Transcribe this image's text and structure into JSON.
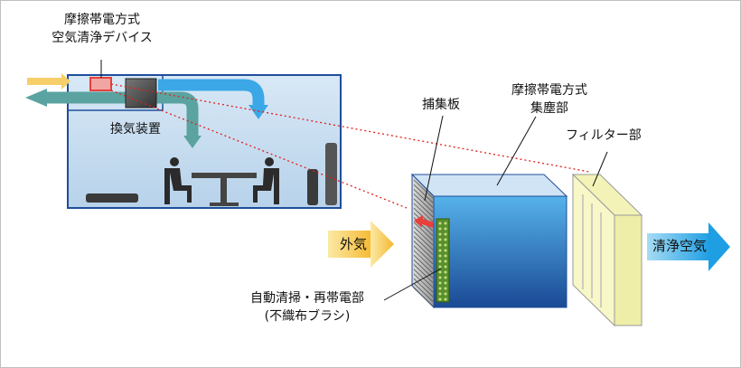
{
  "labels": {
    "device_title_line1": "摩擦帯電方式",
    "device_title_line2": "空気清浄デバイス",
    "ventilation": "換気装置",
    "collector_plate": "捕集板",
    "collector_line1": "摩擦帯電方式",
    "collector_line2": "集塵部",
    "filter": "フィルター部",
    "outside_air": "外気",
    "clean_air": "清浄空気",
    "brush_line1": "自動清掃・再帯電部",
    "brush_line2": "(不織布ブラシ)"
  },
  "colors": {
    "room_fill": "#c5dcef",
    "room_border": "#1f4e9a",
    "duct_blue": "#3ba7e6",
    "duct_teal": "#5ba3a0",
    "device_red": "#e8403c",
    "box_top": "#d0e4f6",
    "box_front_top": "#4aa3df",
    "box_front_bottom": "#1a4e99",
    "filter_yellow": "#f3f3b8",
    "outside_arrow": "#f7c64a",
    "clean_arrow": "#2aa6e6",
    "dotted": "#e0201b"
  }
}
